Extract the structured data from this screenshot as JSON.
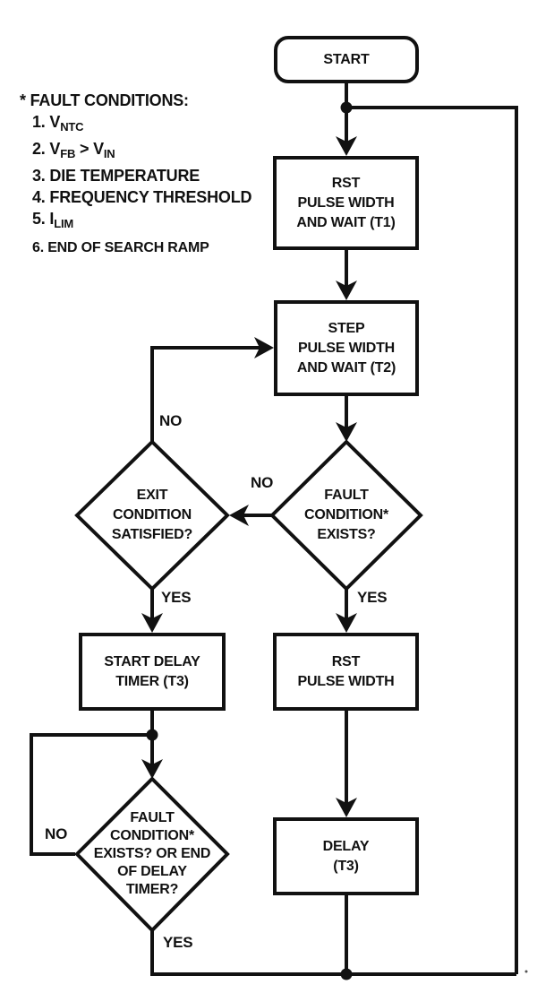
{
  "colors": {
    "ink": "#111111",
    "background": "#ffffff"
  },
  "fault_conditions": {
    "title": "* FAULT CONDITIONS:",
    "items": [
      {
        "text": "1. V",
        "sub": "NTC"
      },
      {
        "text": "2. V",
        "sub": "FB",
        "text2": " > V",
        "sub2": "IN"
      },
      {
        "text": "3. DIE TEMPERATURE"
      },
      {
        "text": "4. FREQUENCY THRESHOLD"
      },
      {
        "text": "5. I",
        "sub": "LIM"
      },
      {
        "text": "6. END OF SEARCH RAMP"
      }
    ]
  },
  "nodes": {
    "start": {
      "label": "START",
      "shape": "terminal"
    },
    "rst_wait": {
      "label": "RST\nPULSE WIDTH\nAND WAIT (T1)",
      "shape": "process"
    },
    "step_wait": {
      "label": "STEP\nPULSE WIDTH\nAND WAIT (T2)",
      "shape": "process"
    },
    "fault_exists": {
      "label": "FAULT\nCONDITION*\nEXISTS?",
      "shape": "decision"
    },
    "exit_condition": {
      "label": "EXIT\nCONDITION\nSATISFIED?",
      "shape": "decision"
    },
    "start_delay_timer": {
      "label": "START DELAY\nTIMER (T3)",
      "shape": "process"
    },
    "rst_pulse_width": {
      "label": "RST\nPULSE WIDTH",
      "shape": "process"
    },
    "delay_check": {
      "label": "FAULT\nCONDITION*\nEXISTS? OR END\nOF DELAY\nTIMER?",
      "shape": "decision"
    },
    "delay": {
      "label": "DELAY\n(T3)",
      "shape": "process"
    }
  },
  "edge_labels": {
    "exit_no": "NO",
    "fault_no": "NO",
    "delay_check_no": "NO",
    "exit_yes": "YES",
    "fault_yes": "YES",
    "delay_check_yes": "YES"
  }
}
